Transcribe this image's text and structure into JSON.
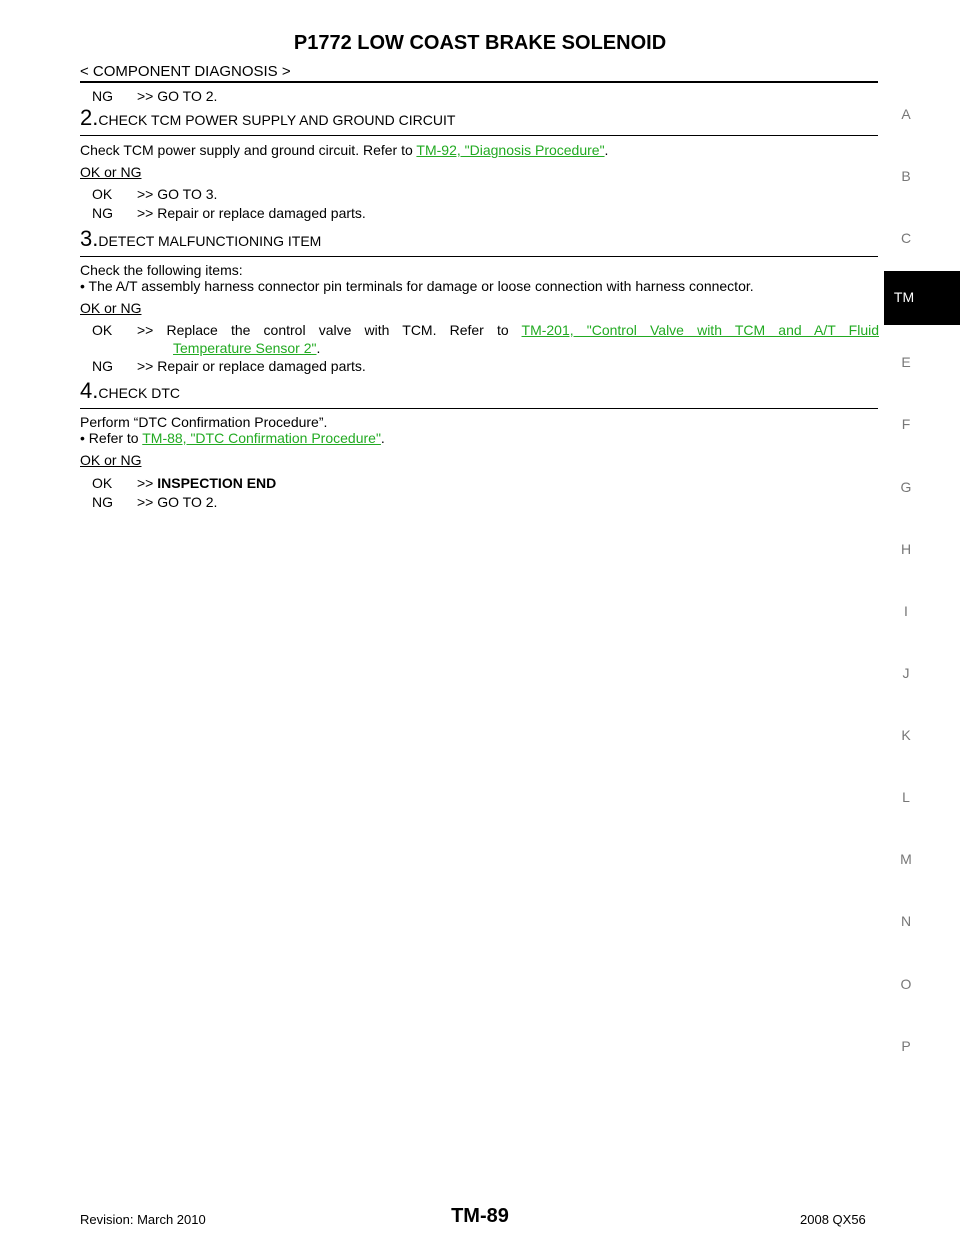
{
  "header": {
    "title": "P1772 LOW COAST BRAKE SOLENOID",
    "subtitle": "< COMPONENT DIAGNOSIS >"
  },
  "intro": {
    "code": "NG",
    "text": ">> GO TO 2."
  },
  "steps": [
    {
      "num": "2.",
      "title": "CHECK TCM POWER SUPPLY AND GROUND CIRCUIT",
      "body_prefix": "Check TCM power supply and ground circuit. Refer to ",
      "body_link": "TM-92, \"Diagnosis Procedure\"",
      "body_suffix": ".",
      "okng": "OK or NG",
      "results": [
        {
          "code": "OK",
          "text": ">> GO TO 3."
        },
        {
          "code": "NG",
          "text": ">> Repair or replace damaged parts."
        }
      ]
    },
    {
      "num": "3.",
      "title": "DETECT MALFUNCTIONING ITEM",
      "body": "Check the following items:",
      "bullet": "•  The A/T assembly harness connector pin terminals for damage or loose connection with harness connector.",
      "okng": "OK or NG",
      "results": [
        {
          "code": "OK",
          "text_prefix": ">> Replace the control valve with TCM. Refer to ",
          "link_line1": "TM-201, \"Control Valve with TCM and A/T Fluid",
          "link_line2": "Temperature Sensor 2\"",
          "text_suffix": "."
        },
        {
          "code": "NG",
          "text": ">> Repair or replace damaged parts."
        }
      ]
    },
    {
      "num": "4.",
      "title": "CHECK DTC",
      "body": "Perform “DTC Confirmation Procedure”.",
      "bullet_prefix": "•  Refer to ",
      "bullet_link": "TM-88, \"DTC Confirmation Procedure\"",
      "bullet_suffix": ".",
      "okng": "OK or NG",
      "results": [
        {
          "code": "OK",
          "text_prefix": ">> ",
          "text_bold": "INSPECTION END"
        },
        {
          "code": "NG",
          "text": ">> GO TO 2."
        }
      ]
    }
  ],
  "side_index": [
    "A",
    "B",
    "C",
    "TM",
    "E",
    "F",
    "G",
    "H",
    "I",
    "J",
    "K",
    "L",
    "M",
    "N",
    "O",
    "P"
  ],
  "footer": {
    "revision": "Revision: March 2010",
    "page": "TM-89",
    "model": "2008 QX56"
  },
  "colors": {
    "link": "#22aa22",
    "side_letters": "#777777",
    "active_tab_bg": "#000000"
  }
}
